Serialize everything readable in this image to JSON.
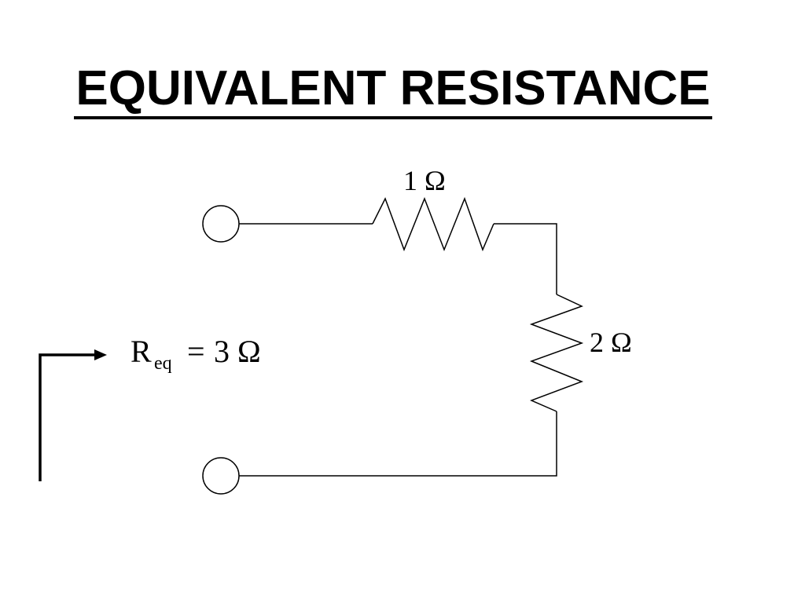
{
  "slide": {
    "title": "EQUIVALENT RESISTANCE"
  },
  "circuit": {
    "resistor_top_label": "1 Ω",
    "resistor_right_label": "2 Ω",
    "equivalent": {
      "symbol": "R",
      "subscript": "eq",
      "equals": "=",
      "value": "3 Ω"
    }
  },
  "colors": {
    "background": "#ffffff",
    "ink": "#000000"
  }
}
